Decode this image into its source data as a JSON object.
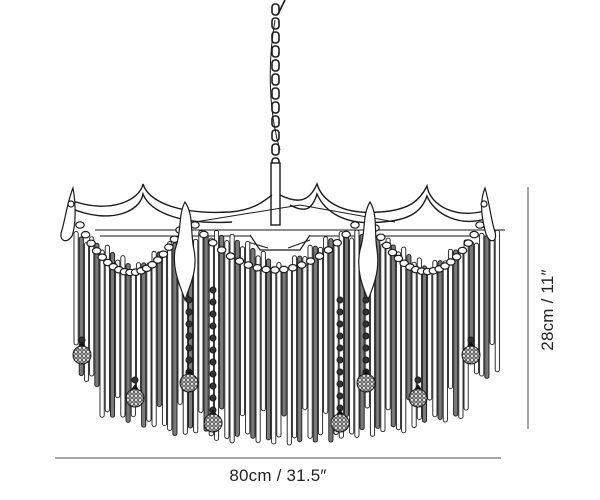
{
  "diagram": {
    "subject": "chandelier line drawing",
    "dimensions": {
      "width": {
        "label": "80cm / 31.5″",
        "cm": 80,
        "in": 31.5
      },
      "height": {
        "label": "28cm / 11″",
        "cm": 28,
        "in": 11
      }
    },
    "colors": {
      "line": "#1a1a1a",
      "rod_fill": "#ffffff",
      "rod_shadow": "#7a7a7a",
      "dimension_line": "#a6a6a6",
      "text": "#222222",
      "background": "#ffffff"
    }
  }
}
